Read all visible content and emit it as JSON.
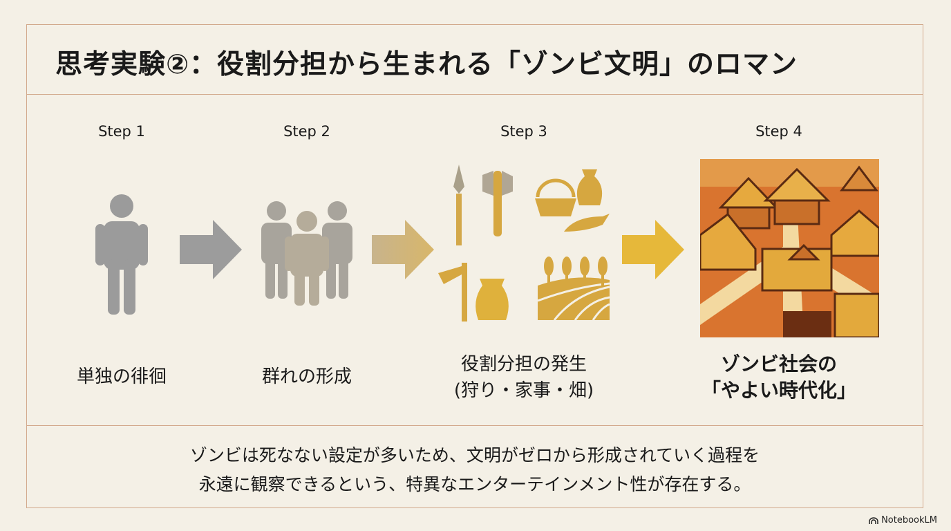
{
  "title": "思考実験②：役割分担から生まれる「ゾンビ文明」のロマン",
  "steps": [
    {
      "step": "Step 1",
      "label_lines": [
        "単独の徘徊"
      ]
    },
    {
      "step": "Step 2",
      "label_lines": [
        "群れの形成"
      ]
    },
    {
      "step": "Step 3",
      "label_lines": [
        "役割分担の発生",
        "(狩り・家事・畑)"
      ]
    },
    {
      "step": "Step 4",
      "label_lines": [
        "ゾンビ社会の",
        "「やよい時代化」"
      ]
    }
  ],
  "footer_lines": [
    "ゾンビは死なない設定が多いため、文明がゼロから形成されていく過程を",
    "永遠に観察できるという、特異なエンターテインメント性が存在する。"
  ],
  "brand": "NotebookLM",
  "colors": {
    "border": "#d2a98c",
    "gray": "#9b9b9b",
    "gold": "#e0b040",
    "orange": "#d9732e"
  }
}
